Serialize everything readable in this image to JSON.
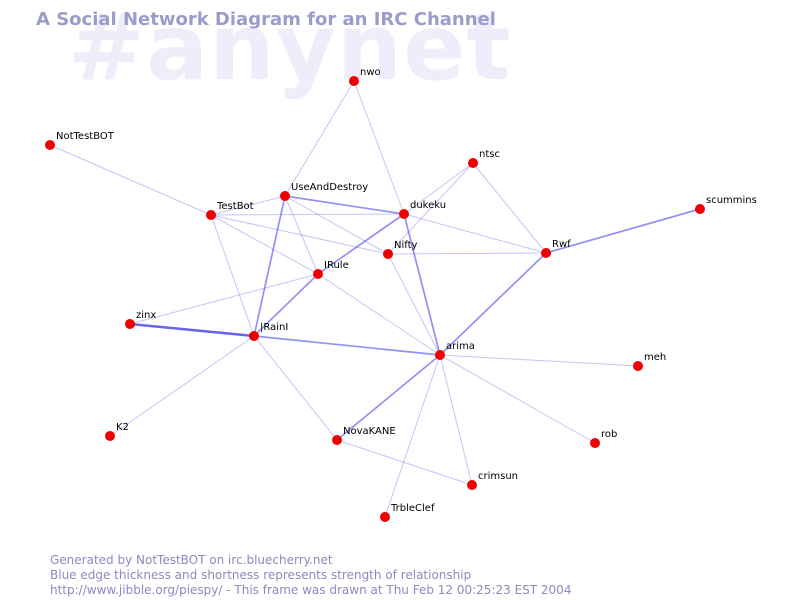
{
  "header": {
    "title": "A Social Network Diagram for an IRC Channel",
    "watermark": "#anynet"
  },
  "footer": {
    "line1": "Generated by NotTestBOT on irc.bluecherry.net",
    "line2": "Blue edge thickness and shortness represents strength of relationship",
    "line3": "http://www.jibble.org/piespy/ - This frame was drawn at Thu Feb 12 00:25:23 EST 2004"
  },
  "colors": {
    "node": "#ee0000",
    "edge": "#4a4ae6",
    "title": "#9c9ccc",
    "watermark": "#eeeefb",
    "footer": "#8a8ac2"
  },
  "nodes": [
    {
      "id": "nwo",
      "label": "nwo"
    },
    {
      "id": "NotTestBOT",
      "label": "NotTestBOT"
    },
    {
      "id": "ntsc",
      "label": "ntsc"
    },
    {
      "id": "UseAndDestroy",
      "label": "UseAndDestroy"
    },
    {
      "id": "TestBot",
      "label": "TestBot"
    },
    {
      "id": "dukeku",
      "label": "dukeku"
    },
    {
      "id": "scummins",
      "label": "scummins"
    },
    {
      "id": "Nifty",
      "label": "Nifty"
    },
    {
      "id": "Rwf",
      "label": "Rwf"
    },
    {
      "id": "IRule",
      "label": "IRule"
    },
    {
      "id": "zinx",
      "label": "zinx"
    },
    {
      "id": "IRainI",
      "label": "|RainI"
    },
    {
      "id": "arima",
      "label": "arima"
    },
    {
      "id": "meh",
      "label": "meh"
    },
    {
      "id": "K2",
      "label": "K2"
    },
    {
      "id": "NovaKANE",
      "label": "NovaKANE"
    },
    {
      "id": "rob",
      "label": "rob"
    },
    {
      "id": "crimsun",
      "label": "crimsun"
    },
    {
      "id": "TrbleClef",
      "label": "TrbleClef"
    }
  ],
  "edges": [
    {
      "source": "nwo",
      "target": "UseAndDestroy",
      "weight": 1
    },
    {
      "source": "nwo",
      "target": "dukeku",
      "weight": 1
    },
    {
      "source": "NotTestBOT",
      "target": "TestBot",
      "weight": 1
    },
    {
      "source": "ntsc",
      "target": "dukeku",
      "weight": 1
    },
    {
      "source": "ntsc",
      "target": "Nifty",
      "weight": 1
    },
    {
      "source": "ntsc",
      "target": "Rwf",
      "weight": 1
    },
    {
      "source": "TestBot",
      "target": "UseAndDestroy",
      "weight": 1
    },
    {
      "source": "TestBot",
      "target": "dukeku",
      "weight": 1
    },
    {
      "source": "TestBot",
      "target": "Nifty",
      "weight": 1
    },
    {
      "source": "TestBot",
      "target": "IRule",
      "weight": 1
    },
    {
      "source": "TestBot",
      "target": "IRainI",
      "weight": 1
    },
    {
      "source": "UseAndDestroy",
      "target": "dukeku",
      "weight": 2
    },
    {
      "source": "UseAndDestroy",
      "target": "Nifty",
      "weight": 1
    },
    {
      "source": "UseAndDestroy",
      "target": "IRule",
      "weight": 1
    },
    {
      "source": "UseAndDestroy",
      "target": "IRainI",
      "weight": 2
    },
    {
      "source": "dukeku",
      "target": "IRule",
      "weight": 2
    },
    {
      "source": "dukeku",
      "target": "Rwf",
      "weight": 1
    },
    {
      "source": "dukeku",
      "target": "arima",
      "weight": 2
    },
    {
      "source": "Nifty",
      "target": "Rwf",
      "weight": 1
    },
    {
      "source": "Nifty",
      "target": "arima",
      "weight": 1
    },
    {
      "source": "Rwf",
      "target": "scummins",
      "weight": 2
    },
    {
      "source": "Rwf",
      "target": "arima",
      "weight": 2
    },
    {
      "source": "IRule",
      "target": "IRainI",
      "weight": 2
    },
    {
      "source": "IRule",
      "target": "zinx",
      "weight": 1
    },
    {
      "source": "IRule",
      "target": "arima",
      "weight": 1
    },
    {
      "source": "zinx",
      "target": "IRainI",
      "weight": 3
    },
    {
      "source": "IRainI",
      "target": "arima",
      "weight": 2
    },
    {
      "source": "IRainI",
      "target": "K2",
      "weight": 1
    },
    {
      "source": "IRainI",
      "target": "NovaKANE",
      "weight": 1
    },
    {
      "source": "arima",
      "target": "meh",
      "weight": 1
    },
    {
      "source": "arima",
      "target": "rob",
      "weight": 1
    },
    {
      "source": "arima",
      "target": "crimsun",
      "weight": 1
    },
    {
      "source": "arima",
      "target": "TrbleClef",
      "weight": 1
    },
    {
      "source": "arima",
      "target": "NovaKANE",
      "weight": 2
    },
    {
      "source": "NovaKANE",
      "target": "crimsun",
      "weight": 1
    }
  ]
}
